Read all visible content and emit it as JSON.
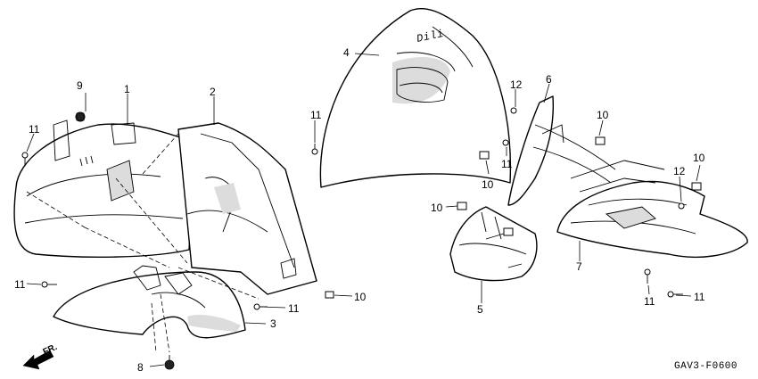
{
  "diagram": {
    "code": "GAV3-F0600",
    "direction_label": "FR.",
    "callouts": {
      "c1": "1",
      "c2": "2",
      "c3": "3",
      "c4": "4",
      "c5": "5",
      "c6": "6",
      "c7": "7",
      "c8": "8",
      "c9": "9",
      "c10a": "10",
      "c10b": "10",
      "c10c": "10",
      "c10d": "10",
      "c10e": "10",
      "c11a": "11",
      "c11b": "11",
      "c11c": "11",
      "c11d": "11",
      "c11e": "11",
      "c11f": "11",
      "c11g": "11",
      "c12a": "12",
      "c12b": "12"
    }
  },
  "colors": {
    "line": "#000000",
    "shade": "#dcdcdc",
    "background": "#ffffff"
  }
}
